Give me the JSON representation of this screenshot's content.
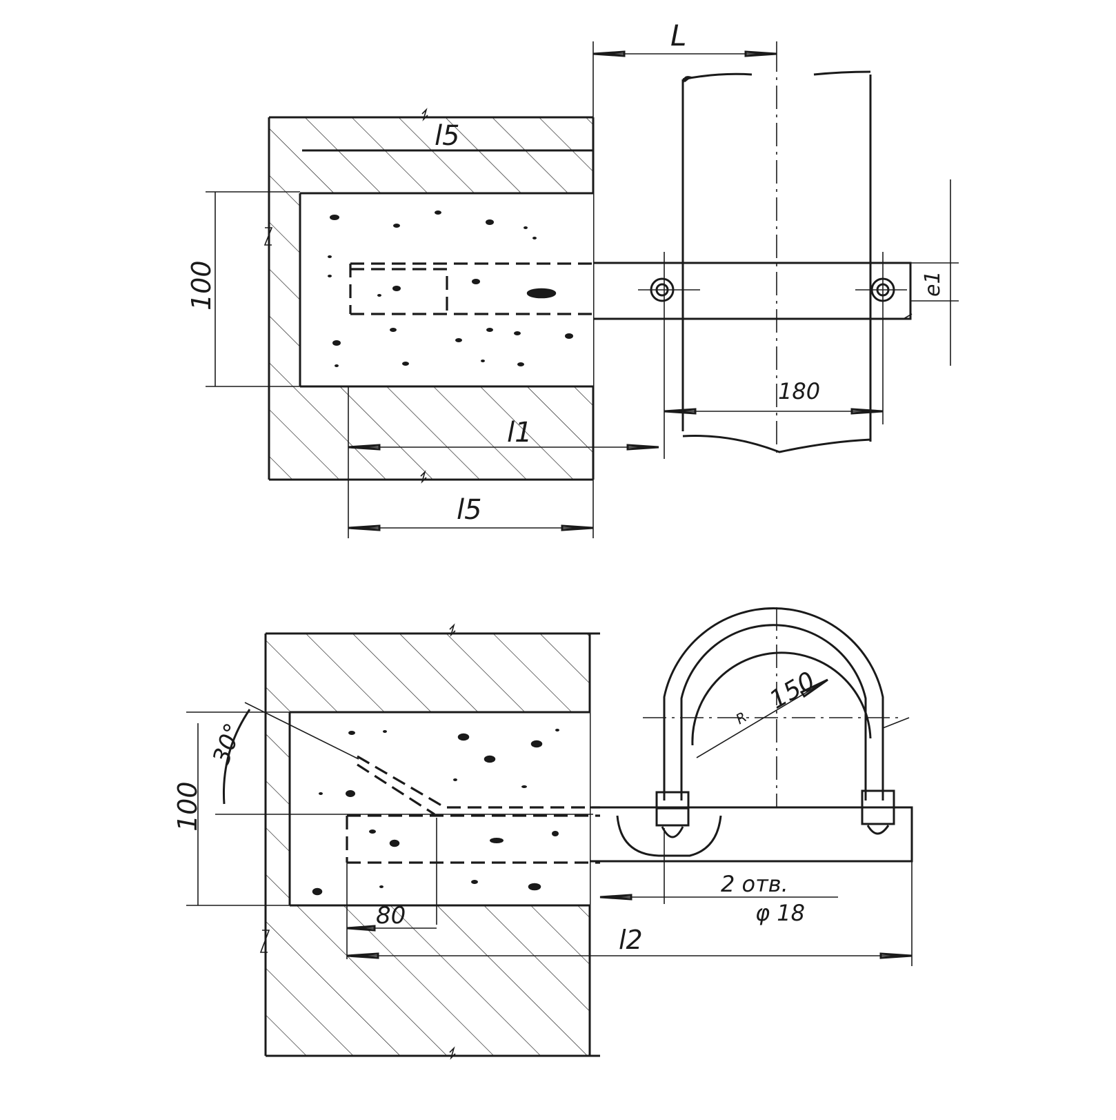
{
  "labels": {
    "top_L": "L",
    "top_l5_upper": "l5",
    "top_l5_lower": "l5",
    "top_l1": "l1",
    "top_100": "100",
    "top_180": "180",
    "top_e1": "e1",
    "bot_100": "100",
    "bot_30": "30°",
    "bot_r150": "150",
    "bot_r_prefix": "R",
    "bot_80": "80",
    "bot_holes": "2 отв.",
    "bot_phi": "φ 18",
    "bot_l2": "l2"
  },
  "colors": {
    "ink": "#1a1a1a",
    "paper": "#ffffff"
  }
}
